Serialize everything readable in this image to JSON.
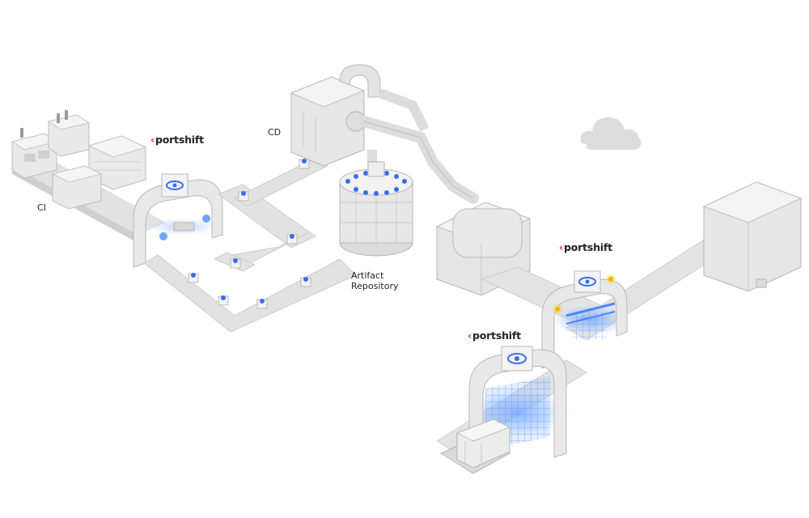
{
  "labels": {
    "ci": "CI",
    "cd": "CD",
    "artifact_line1": "Artifact",
    "artifact_line2": "Repository"
  },
  "brand": {
    "name": "portshift",
    "mark": "‹",
    "mark_color": "#e0262d"
  },
  "icons": {
    "gate_sign": "eye-icon",
    "sky": "cloud-icon",
    "container_slot": "blue-dot-icon"
  },
  "colors": {
    "background": "#ffffff",
    "structure": "#e6e6e6",
    "accent_blue": "#3a6cf0",
    "scan_light": "#6fa6ff",
    "warning_light": "#f3b50a"
  }
}
